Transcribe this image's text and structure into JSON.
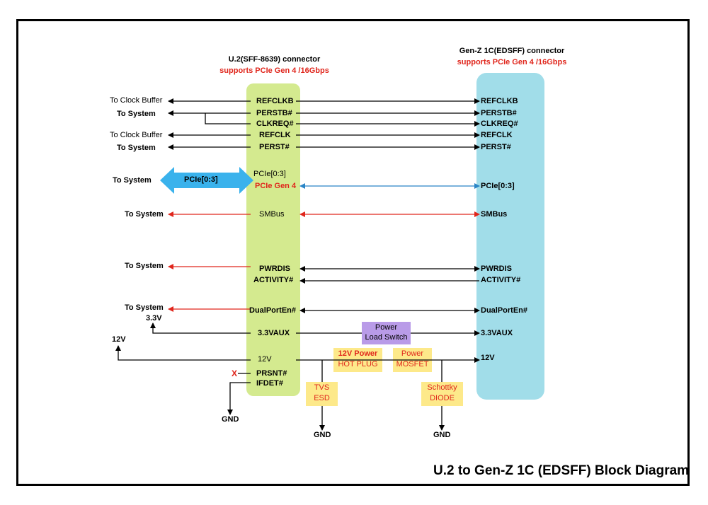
{
  "title": "U.2 to Gen-Z 1C (EDSFF) Block Diagram",
  "u2": {
    "header": "U.2(SFF-8639) connector",
    "support": "supports PCIe Gen 4 /16Gbps",
    "signals": {
      "refclkb": "REFCLKB",
      "perstb": "PERSTB#",
      "clkreq": "CLKREQ#",
      "refclk": "REFCLK",
      "perst": "PERST#",
      "pcie_lanes": "PCIe[0:3]",
      "pcie_gen": "PCIe Gen 4",
      "smbus": "SMBus",
      "pwrdis": "PWRDIS",
      "activity": "ACTIVITY#",
      "dualport": "DualPortEn#",
      "vaux": "3.3VAUX",
      "v12": "12V",
      "prsnt": "PRSNT#",
      "ifdet": "IFDET#"
    }
  },
  "genz": {
    "header": "Gen-Z 1C(EDSFF) connector",
    "support": "supports PCIe Gen 4 /16Gbps",
    "signals": {
      "refclkb": "REFCLKB",
      "perstb": "PERSTB#",
      "clkreq": "CLKREQ#",
      "refclk": "REFCLK",
      "perst": "PERST#",
      "pcie": "PCIe[0:3]",
      "smbus": "SMBus",
      "pwrdis": "PWRDIS",
      "activity": "ACTIVITY#",
      "dualport": "DualPortEn#",
      "vaux": "3.3VAUX",
      "v12": "12V"
    }
  },
  "left": {
    "clock_buffer_1": "To Clock Buffer",
    "system_perstb": "To System",
    "clock_buffer_2": "To Clock Buffer",
    "system_perst": "To System",
    "system_pcie": "To System",
    "pcie_arrow": "PCIe[0:3]",
    "system_smbus": "To System",
    "system_pwrdis": "To System",
    "system_dualport": "To System",
    "v33": "3.3V",
    "v12": "12V",
    "x_mark": "X"
  },
  "components": {
    "load_switch_1": "Power",
    "load_switch_2": "Load Switch",
    "hotplug_1": "12V Power",
    "hotplug_2": "HOT PLUG",
    "mosfet_1": "Power",
    "mosfet_2": "MOSFET",
    "tvs_1": "TVS",
    "tvs_2": "ESD",
    "schottky_1": "Schottky",
    "schottky_2": "DIODE"
  },
  "gnd": {
    "g1": "GND",
    "g2": "GND",
    "g3": "GND"
  },
  "colors": {
    "u2_box": "#d4ea8f",
    "genz_box": "#a1dde9",
    "pcie_arrow": "#3ab2ec",
    "load_switch": "#b99be8",
    "highlight": "#fde98a",
    "red": "#e0261c",
    "blue_line": "#2a85c6"
  }
}
